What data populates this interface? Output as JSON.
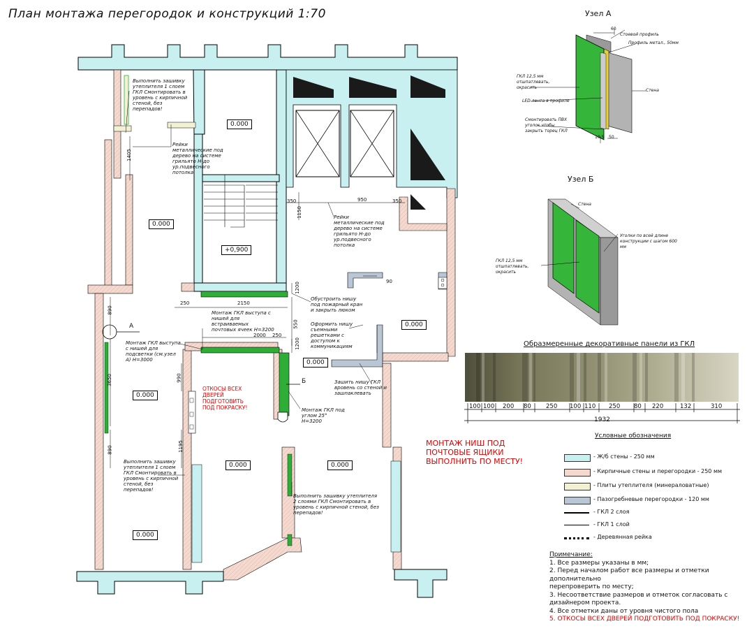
{
  "title": "План монтажа перегородок и конструкций 1:70",
  "rooms": {
    "r1": "0.000",
    "r2": "0.000",
    "r3": "+0,900",
    "r4": "0.000",
    "r5": "0.000",
    "r6": "0.000",
    "r7": "0.000",
    "r8": "0.000",
    "r9": "0.000"
  },
  "dims": {
    "d1405": "1405",
    "d890a": "890",
    "d3650": "3650",
    "d890b": "890",
    "d1195": "1195",
    "d990": "990",
    "d250a": "250",
    "d2150": "2150",
    "d1200a": "1200",
    "d550": "550",
    "d2000": "2000",
    "d250b": "250",
    "d1200b": "1200",
    "d350a": "350",
    "d950": "950",
    "d350b": "350",
    "d1150": "1150",
    "d90": "90"
  },
  "section_marks": {
    "a": "A",
    "b": "Б"
  },
  "notes_plan": {
    "n1": "Выполнить зашивку утеплителя 1 слоем ГКЛ Смонтировать в уровень с кирпичной стеной, без перепадов!",
    "n2": "Рейки металлические под дерево на системе грильято Н-до ур.подвесного потолка",
    "n3": "Рейки металлические под дерево на системе грильято Н-до ур.подвесного потолка",
    "n4": "Монтаж ГКЛ выступа с нишей для встраиваемых почтовых ячеек Н=3200",
    "n5": "Обустроить нишу под пожарный кран и закрыть люком",
    "n6": "Оформить нишу съемными решетками с доступом к коммуникациям",
    "n7": "Монтаж ГКЛ выступа с нишей для подсветки (см.узел А) Н=3000",
    "n8": "ОТКОСЫ ВСЕХ ДВЕРЕЙ ПОДГОТОВИТЬ ПОД ПОКРАСКУ!",
    "n9": "Зашить нишу ГКЛ вровень со стеной и зашпаклевать",
    "n10": "Монтаж ГКЛ под углом 25° Н=3200",
    "n11": "Выполнить зашивку утеплителя 1 слоем ГКЛ Смонтировать в уровень с кирпичной стеной, без перепадов!",
    "n12": "Выполнить зашивку утеплителя 2 слоями ГКЛ Смонтировать в уровень с кирпичной стеной, без перепадов!",
    "n13": "МОНТАЖ НИШ ПОД ПОЧТОВЫЕ ЯЩИКИ ВЫПОЛНИТЬ ПО МЕСТУ!"
  },
  "node_a": {
    "title": "Узел А",
    "dim60": "60",
    "dim10_5": "10,5",
    "dim50": "50",
    "l1": "Стоевой профиль",
    "l2": "Профиль метал., 50мм",
    "l3": "ГКЛ 12,5 мм отшпатлевать, окрасить",
    "l4": "Стена",
    "l5": "LED лента в профиле",
    "l6": "Смонтировать ПВХ уголок чтобы закрыть торец ГКЛ"
  },
  "node_b": {
    "title": "Узел Б",
    "l1": "Стена",
    "l2": "Уголки по всей длине конструкции с шагом 600 мм",
    "l3": "ГКЛ 12,5 мм отшпатлевать, окрасить"
  },
  "panels": {
    "title": "Образмеренные декоративные панели из ГКЛ",
    "widths": [
      "100",
      "100",
      "200",
      "80",
      "250",
      "100",
      "110",
      "250",
      "80",
      "220",
      "132",
      "310"
    ],
    "total": "1932"
  },
  "legend": {
    "title": "Условные обозначения",
    "items": [
      {
        "text": "- Ж/б стены - 250 мм",
        "color": "#c8f0f0"
      },
      {
        "text": "- Кирпичные стены и перегородки - 250 мм",
        "color": "#f5d9cf"
      },
      {
        "text": "- Плиты утеплителя (минераловатные)",
        "color": "#f3f1d4"
      },
      {
        "text": "- Пазогребневые перегородки - 120 мм",
        "color": "#b9c6d3"
      },
      {
        "text": "- ГКЛ 2 слоя",
        "color": "#000000"
      },
      {
        "text": "- ГКЛ 1 слой",
        "color": "#000000"
      },
      {
        "text": "- Деревянная рейка",
        "color": "#000000"
      }
    ]
  },
  "notes": {
    "title": "Примечание:",
    "lines": [
      "1. Все размеры указаны в мм;",
      "2. Перед началом работ все размеры и отметки дополнительно",
      "перепроверить по месту;",
      "3. Несоответствие размеров и отметок согласовать с дизайнером проекта.",
      "4. Все отметки даны от уровня чистого пола",
      "5. ОТКОСЫ ВСЕХ ДВЕРЕЙ ПОДГОТОВИТЬ ПОД ПОКРАСКУ!"
    ]
  },
  "colors": {
    "concrete": "#c8f0f0",
    "brick": "#f5d9cf",
    "insulation": "#f3f1d4",
    "partition": "#b9c6d3",
    "gkl": "#2fae37",
    "red": "#e00000"
  }
}
